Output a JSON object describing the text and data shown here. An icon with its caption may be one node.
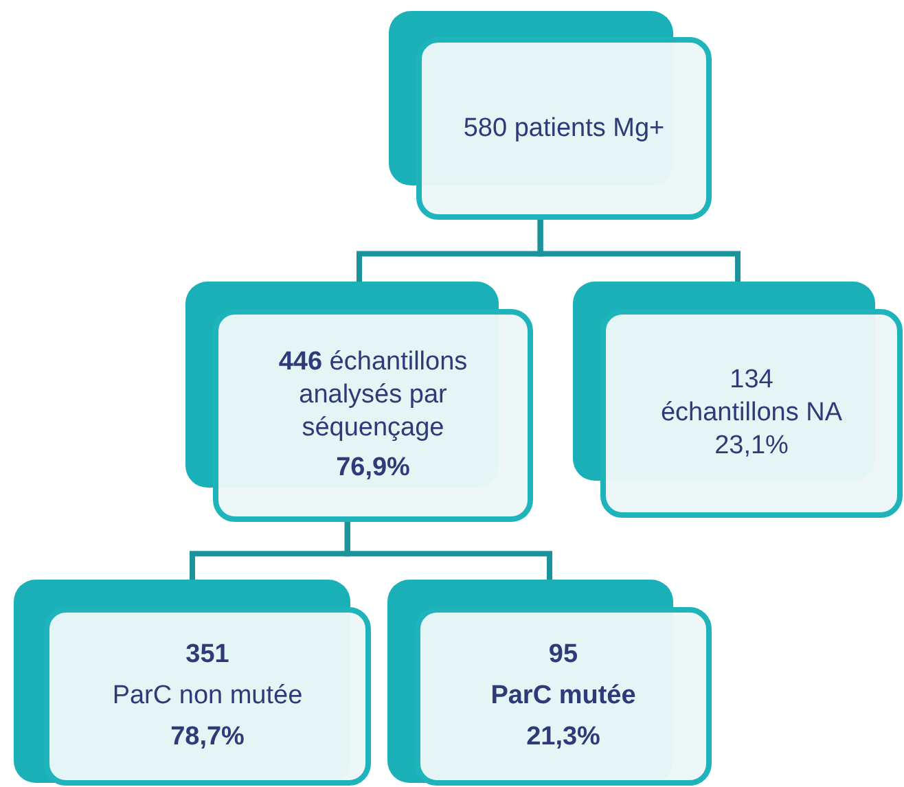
{
  "diagram": {
    "nodes": [
      {
        "text": [
          "580 patients Mg+"
        ]
      },
      {
        "text": [
          "**446** échantillons analysés par séquençage",
          "76,9%"
        ]
      },
      {
        "text": [
          "134",
          "échantillons NA",
          "23,1%"
        ]
      },
      {
        "text": [
          "351",
          "ParC non mutée",
          "78,7%"
        ]
      },
      {
        "text": [
          "95",
          "ParC mutée",
          "21,3%"
        ]
      }
    ],
    "edges": [
      {
        "from": 0,
        "to": 1,
        "arrow": "none"
      },
      {
        "from": 0,
        "to": 2,
        "arrow": "none"
      },
      {
        "from": 1,
        "to": 3,
        "arrow": "none"
      },
      {
        "from": 1,
        "to": 4,
        "arrow": "none"
      }
    ]
  }
}
